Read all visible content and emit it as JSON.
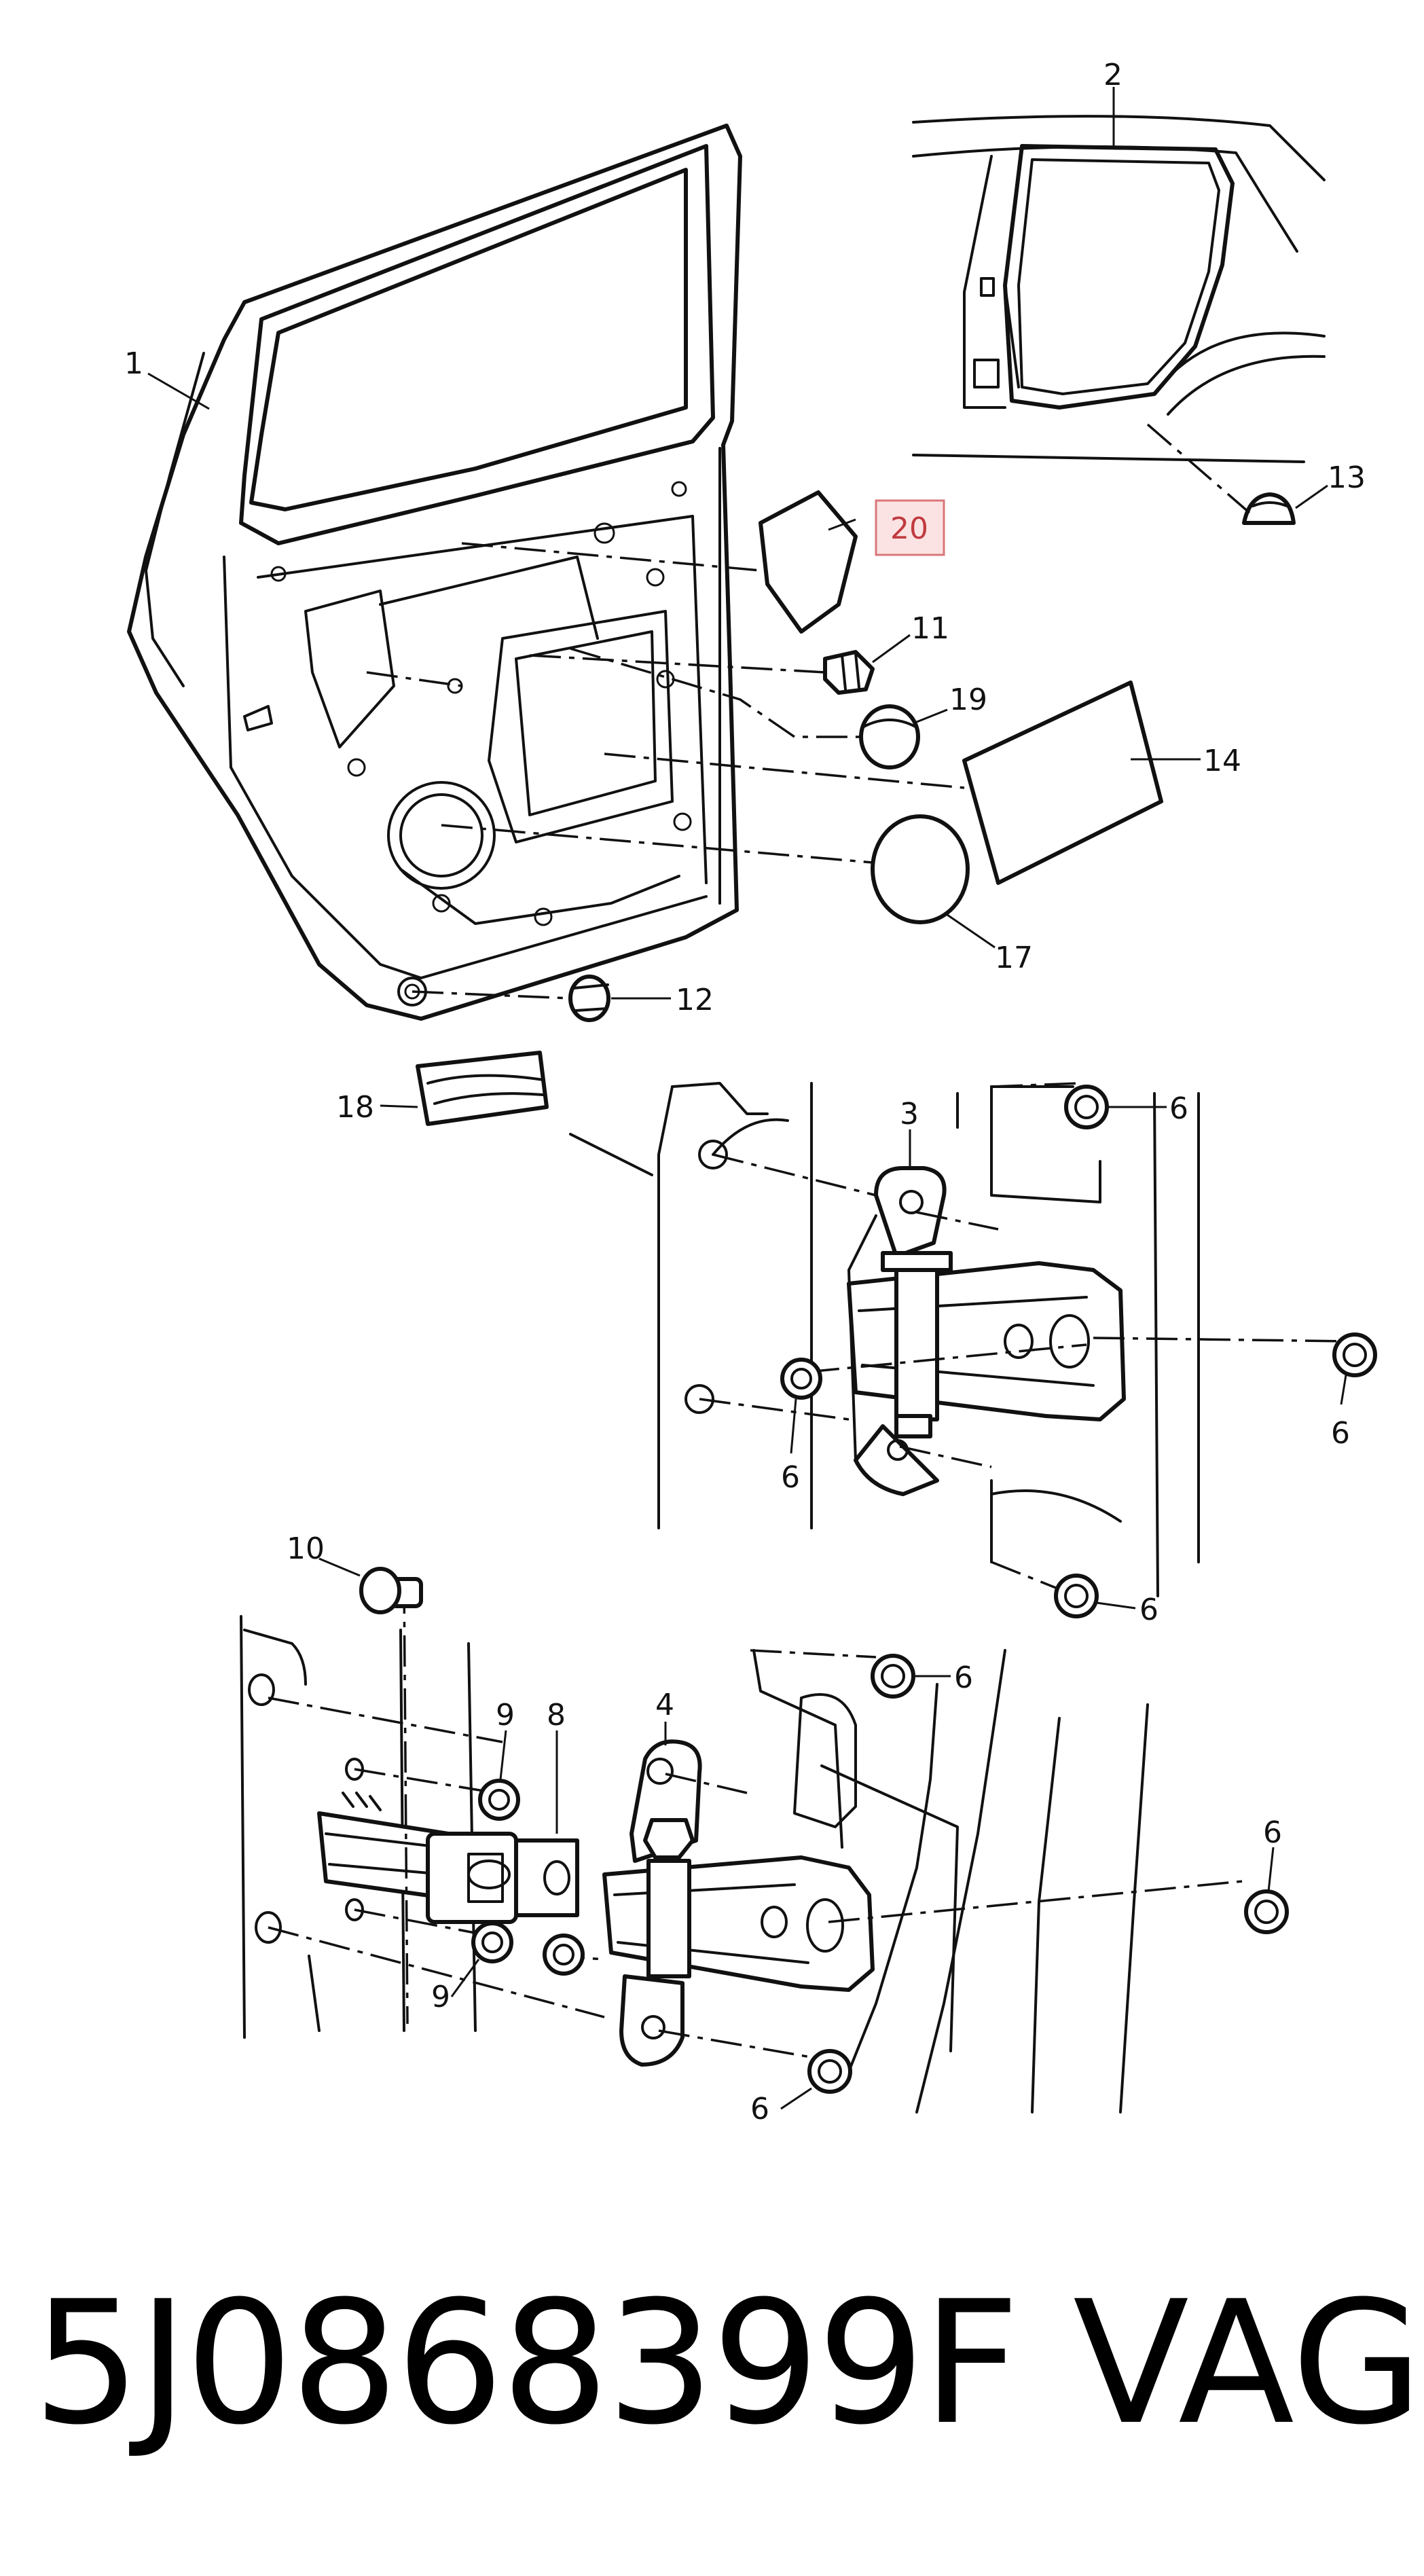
{
  "callouts": {
    "c1": "1",
    "c2": "2",
    "c3": "3",
    "c4": "4",
    "c6a": "6",
    "c6b": "6",
    "c6c": "6",
    "c6d": "6",
    "c6e": "6",
    "c6f": "6",
    "c6g": "6",
    "c8": "8",
    "c9a": "9",
    "c9b": "9",
    "c10": "10",
    "c11": "11",
    "c12": "12",
    "c13": "13",
    "c14": "14",
    "c17": "17",
    "c18": "18",
    "c19": "19",
    "c20": "20"
  },
  "highlighted_callout": "20",
  "colors": {
    "highlight_fill": "#fbe3e3",
    "highlight_border": "#d9777a",
    "highlight_text": "#c03a3f",
    "line": "#111111"
  },
  "footer": {
    "part_number": "5J0868399F",
    "brand": "VAG"
  }
}
